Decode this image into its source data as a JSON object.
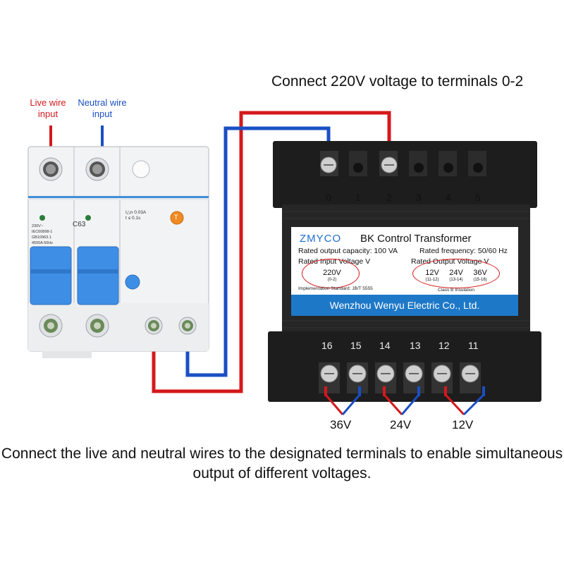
{
  "caption_top": "Connect 220V voltage to terminals 0-2",
  "labels": {
    "live": "Live wire input",
    "neutral": "Neutral wire input"
  },
  "breaker": {
    "rating": "C63",
    "text1": "230V~",
    "text2": "IEC60898-1",
    "text3": "GB10963.1",
    "text4": "4500A 50Hz",
    "leak_current": "I△n 0.03A",
    "leak_time": "t ≤ 0.1s",
    "test_button": "T"
  },
  "transformer": {
    "top_terminals": [
      "0",
      "1",
      "2",
      "3",
      "4",
      "5"
    ],
    "bottom_terminals": [
      "16",
      "15",
      "14",
      "13",
      "12",
      "11"
    ],
    "nameplate": {
      "brand": "ZMYCO",
      "title": "BK Control Transformer",
      "capacity": "Rated output capacity: 100 VA",
      "frequency": "Rated frequency: 50/60 Hz",
      "input_label": "Rated Input Voltage  V",
      "output_label": "Rated Output Voltage  V",
      "input_voltage": "220V",
      "input_terminals": "(0-2)",
      "outputs": [
        {
          "voltage": "12V",
          "terminals": "(11-12)"
        },
        {
          "voltage": "24V",
          "terminals": "(13-14)"
        },
        {
          "voltage": "36V",
          "terminals": "(15-16)"
        }
      ],
      "standard": "Implementation Standard: JB/T 5555",
      "insulation": "Class B Insulation",
      "manufacturer": "Wenzhou Wenyu Electric Co., Ltd."
    }
  },
  "output_labels": [
    "36V",
    "24V",
    "12V"
  ],
  "bottom_note": "Connect the live and neutral wires to the designated terminals to enable simultaneous output of different voltages.",
  "colors": {
    "live": "#d4191c",
    "neutral": "#1a4fc4",
    "plate_band": "#1e78c8",
    "transformer_body": "#1a1a1a"
  }
}
